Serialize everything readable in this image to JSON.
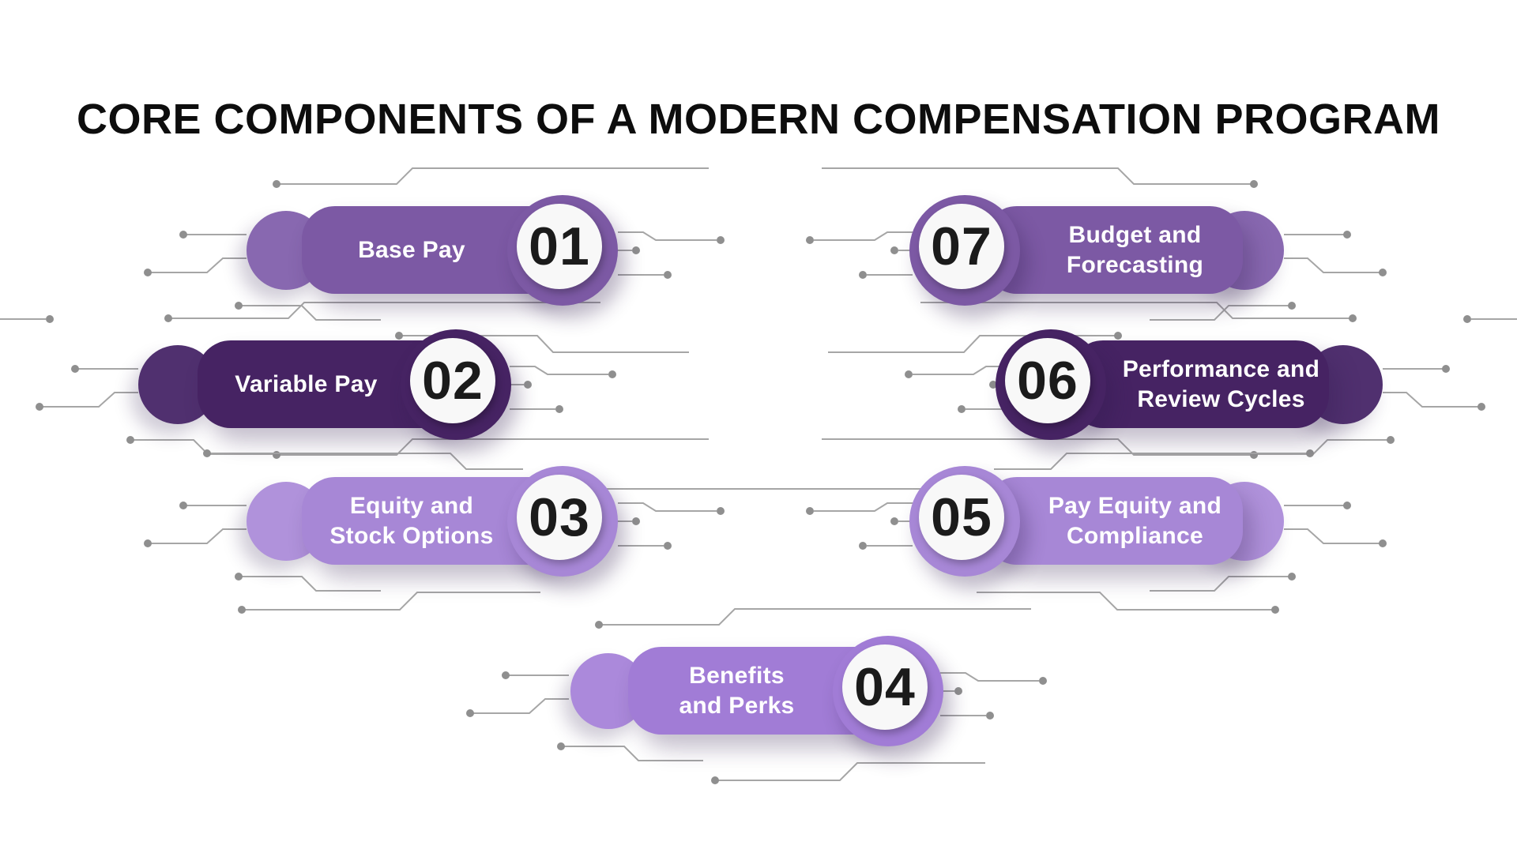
{
  "title": "CORE COMPONENTS OF A MODERN COMPENSATION PROGRAM",
  "items": [
    {
      "number": "01",
      "line1": "Base Pay",
      "line2": "",
      "color": "#7C59A4",
      "bump_color": "#8868B0"
    },
    {
      "number": "02",
      "line1": "Variable Pay",
      "line2": "",
      "color": "#462363",
      "bump_color": "#50306F"
    },
    {
      "number": "03",
      "line1": "Equity and",
      "line2": "Stock Options",
      "color": "#A787D6",
      "bump_color": "#B092DB"
    },
    {
      "number": "04",
      "line1": "Benefits",
      "line2": "and Perks",
      "color": "#A17CD6",
      "bump_color": "#AB89DB"
    },
    {
      "number": "05",
      "line1": "Pay Equity and",
      "line2": "Compliance",
      "color": "#A787D6",
      "bump_color": "#B092DB"
    },
    {
      "number": "06",
      "line1": "Performance and",
      "line2": "Review Cycles",
      "color": "#462363",
      "bump_color": "#50306F"
    },
    {
      "number": "07",
      "line1": "Budget and",
      "line2": "Forecasting",
      "color": "#7C59A4",
      "bump_color": "#8868B0"
    }
  ],
  "palette": {
    "background": "#FFFFFF",
    "title_text": "#0D0D0D",
    "medium_purple": "#7C59A4",
    "dark_purple": "#462363",
    "light_purple": "#A787D6",
    "benefits_purple": "#A17CD6",
    "number_text": "#1B1B1B",
    "number_disc_fill": "#F8F8F8",
    "label_text": "#FFFFFF",
    "circuit_line": "#A6A6A6",
    "circuit_dot": "#8F8F8F"
  }
}
